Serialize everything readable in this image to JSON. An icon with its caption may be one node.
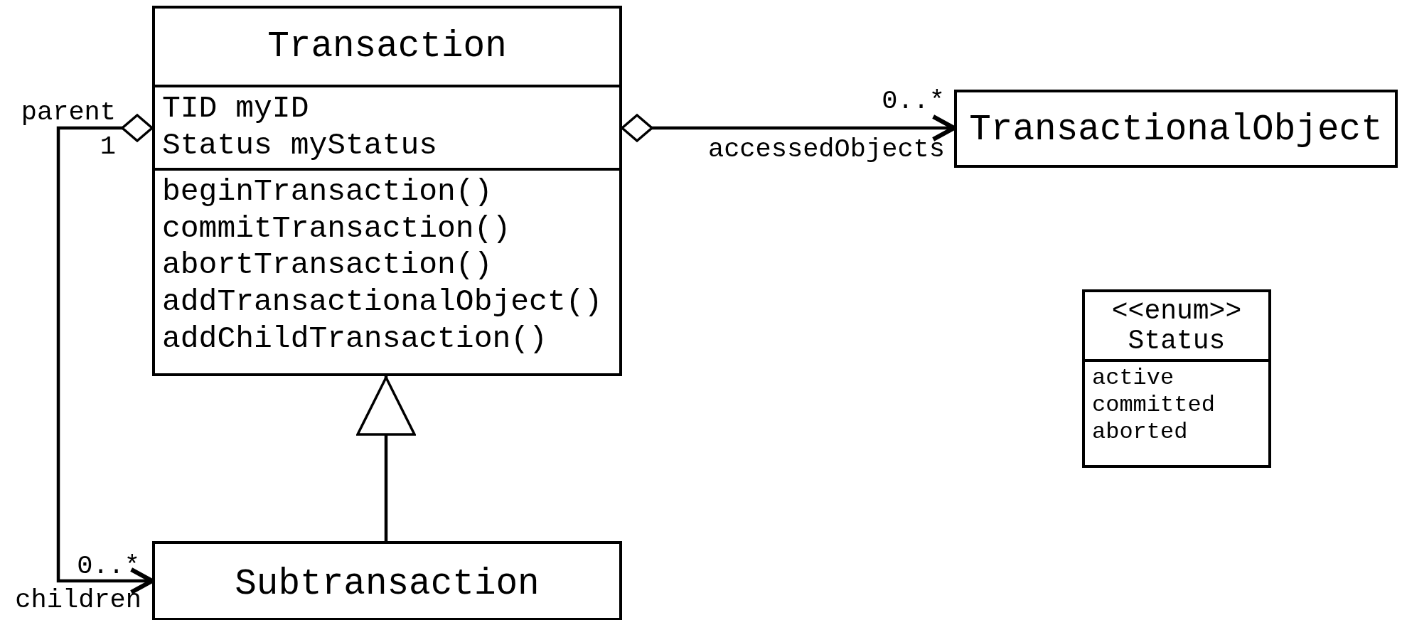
{
  "diagram": {
    "nodes": [
      {
        "text": [
          "Transaction",
          "TID myID",
          "Status myStatus",
          "beginTransaction()",
          "commitTransaction()",
          "abortTransaction()",
          "addTransactionalObject()",
          "addChildTransaction()"
        ]
      },
      {
        "text": [
          "TransactionalObject"
        ]
      },
      {
        "text": [
          "<<enum>>",
          "Status",
          "active",
          "committed",
          "aborted"
        ]
      },
      {
        "text": [
          "Subtransaction"
        ]
      }
    ],
    "edges": [
      {
        "from": 0,
        "to": 1,
        "arrow": "to"
      },
      {
        "from": 0,
        "to": 3,
        "arrow": "to"
      },
      {
        "from": 3,
        "to": 0,
        "arrow": "to"
      }
    ],
    "labels": [
      "parent",
      "0..*",
      "1",
      "accessedObjects",
      "0..*",
      "children"
    ]
  }
}
